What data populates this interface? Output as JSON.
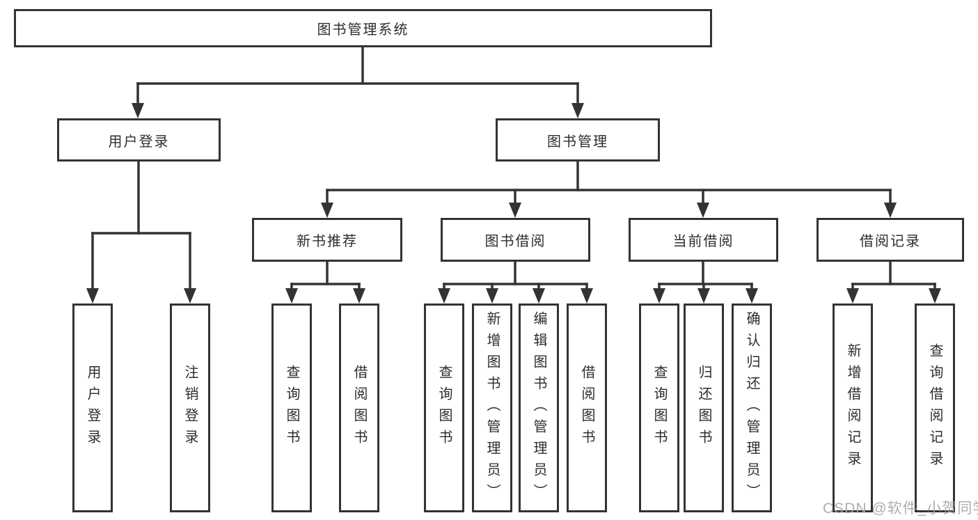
{
  "diagram": {
    "root": {
      "label": "图书管理系统"
    },
    "level2": [
      {
        "label": "用户登录",
        "children": [
          "用户登录",
          "注销登录"
        ]
      },
      {
        "label": "图书管理"
      }
    ],
    "level3": [
      {
        "label": "新书推荐",
        "children": [
          "查询图书",
          "借阅图书"
        ]
      },
      {
        "label": "图书借阅",
        "children": [
          "查询图书",
          "新增图书（管理员）",
          "编辑图书（管理员）",
          "借阅图书"
        ]
      },
      {
        "label": "当前借阅",
        "children": [
          "查询图书",
          "归还图书",
          "确认归还（管理员）"
        ]
      },
      {
        "label": "借阅记录",
        "children": [
          "新增借阅记录",
          "查询借阅记录"
        ]
      }
    ]
  },
  "watermark": {
    "text": "CSDN @软件_小贺同学"
  },
  "colors": {
    "line": "#333333",
    "box_border": "#333333",
    "text": "#2d2d2d",
    "watermark": "#a5a5a5",
    "background": "#ffffff"
  }
}
